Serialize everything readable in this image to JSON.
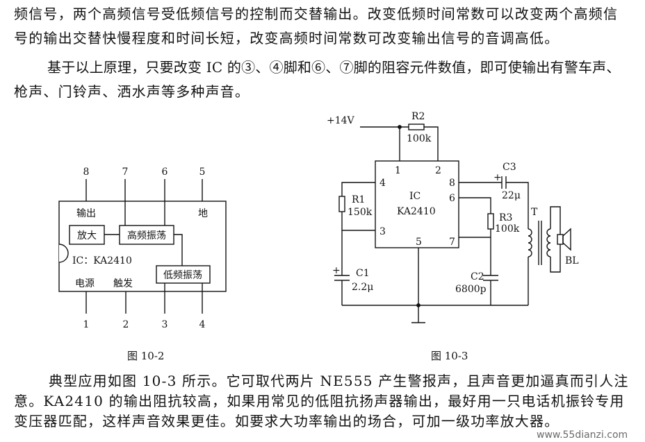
{
  "paragraph_top": {
    "lines": [
      "频信号，两个高频信号受低频信号的控制而交替输出。改变低频时间常数可以改变两个高频信",
      "号的输出交替快慢程度和时间长短，改变高频时间常数可改变输出信号的音调高低。",
      "基于以上原理，只要改变 IC 的③、④脚和⑥、⑦脚的阻容元件数值，即可使输出有警车声、",
      "枪声、门铃声、洒水声等多种声音。"
    ]
  },
  "figure_10_2": {
    "caption": "图 10-2",
    "pins_top": [
      "8",
      "7",
      "6",
      "5"
    ],
    "pins_bottom": [
      "1",
      "2",
      "3",
      "4"
    ],
    "label_output": "输出",
    "label_ground": "地",
    "block_amplifier": "放大",
    "block_high_freq_osc": "高频振荡",
    "block_low_freq_osc": "低频振荡",
    "ic_label": "IC：KA2410",
    "label_power": "电源",
    "label_trigger": "触发"
  },
  "figure_10_3": {
    "caption": "图 10-3",
    "supply": "+14V",
    "ic": {
      "name": "IC",
      "part": "KA2410",
      "pins": {
        "p1": "1",
        "p2": "2",
        "p3": "3",
        "p4": "4",
        "p5": "5",
        "p6": "6",
        "p7": "7",
        "p8": "8"
      }
    },
    "r1": {
      "ref": "R1",
      "value": "150k"
    },
    "r2": {
      "ref": "R2",
      "value": "100k"
    },
    "r3": {
      "ref": "R3",
      "value": "100k"
    },
    "c1": {
      "ref": "C1",
      "value": "2.2μ"
    },
    "c2": {
      "ref": "C2",
      "value": "6800p"
    },
    "c3": {
      "ref": "C3",
      "value": "22μ"
    },
    "polarity_mark": "+",
    "transformer": "T",
    "speaker": "BL"
  },
  "paragraph_bottom": {
    "lines": [
      "典型应用如图 10-3 所示。它可取代两片 NE555 产生警报声，且声音更加逼真而引人注",
      "意。KA2410 的输出阻抗较高，如果用常见的低阻抗扬声器输出，最好用一只电话机振铃专用",
      "变压器匹配，这样声音效果更佳。如要求大功率输出的场合，可加一级功率放大器。"
    ]
  },
  "watermark": "www.55dianzi.com"
}
